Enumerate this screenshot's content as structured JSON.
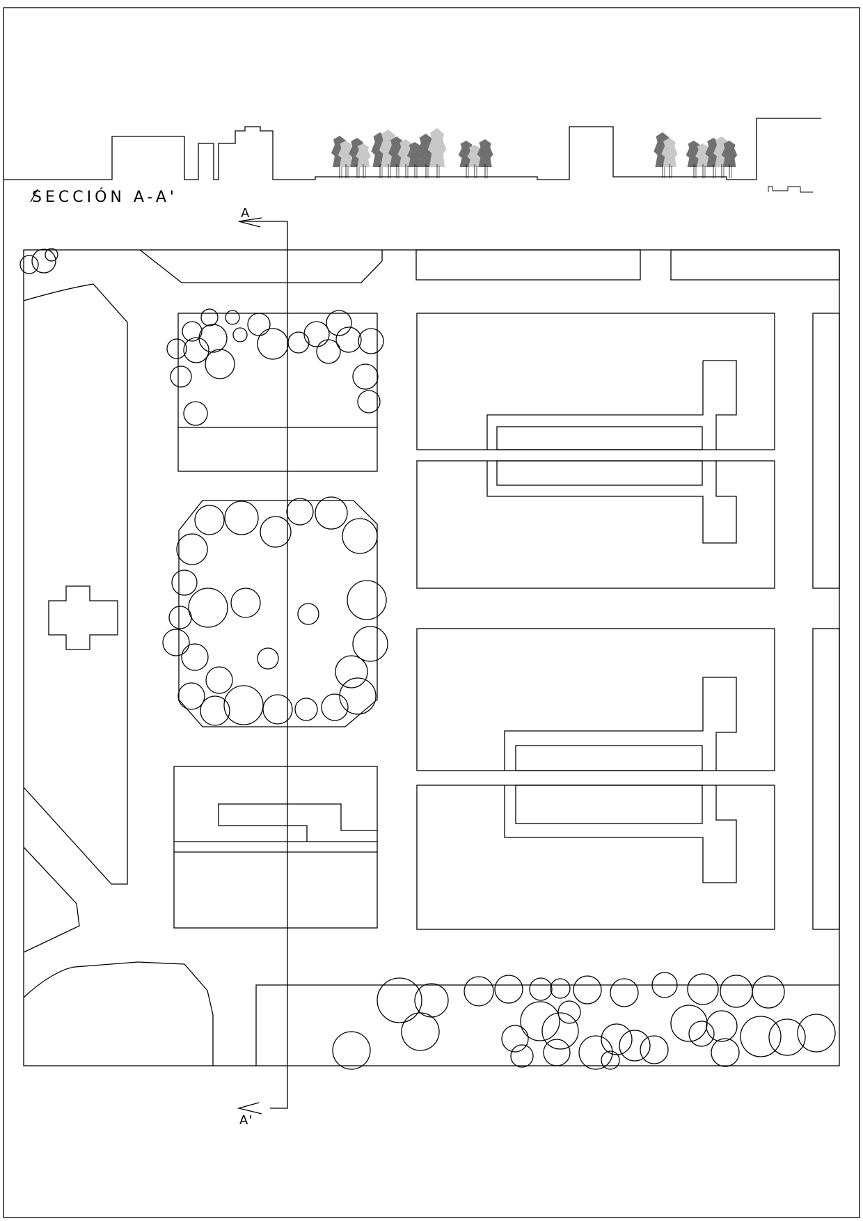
{
  "drawing": {
    "section_title": "SECCIÓN A-A'",
    "cut_start_label": "A",
    "cut_end_label": "A'",
    "colors": {
      "line": "#000000",
      "tree_dark": "#707070",
      "tree_light": "#c8c8c8",
      "paper": "#ffffff"
    }
  }
}
